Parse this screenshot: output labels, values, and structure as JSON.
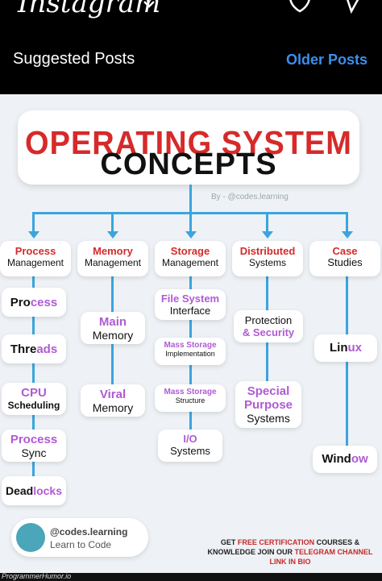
{
  "app": {
    "name": "Instagram"
  },
  "feed": {
    "section_title": "Suggested Posts",
    "older_link": "Older Posts"
  },
  "post": {
    "title_line1": "OPERATING SYSTEM",
    "title_line2": "CONCEPTS",
    "byline": "By - @codes.learning",
    "columns": [
      {
        "h1": "Process",
        "h2": "Management",
        "items": [
          {
            "a": "Pro",
            "b": "cess"
          },
          {
            "a": "Thre",
            "b": "ads"
          },
          {
            "a": "CPU",
            "b": "Scheduling"
          },
          {
            "a": "Process",
            "b": "Sync"
          },
          {
            "a": "Dead",
            "b": "locks"
          }
        ]
      },
      {
        "h1": "Memory",
        "h2": "Management",
        "items": [
          {
            "a": "Main",
            "b": "Memory"
          },
          {
            "a": "Viral",
            "b": "Memory"
          }
        ]
      },
      {
        "h1": "Storage",
        "h2": "Management",
        "items": [
          {
            "a": "File System",
            "b": "Interface"
          },
          {
            "a": "Mass Storage",
            "b": "Implementation"
          },
          {
            "a": "Mass Storage",
            "b": "Structure"
          },
          {
            "a": "I/O",
            "b": "Systems"
          }
        ]
      },
      {
        "h1": "Distributed",
        "h2": "Systems",
        "items": [
          {
            "a": "Protection",
            "b": "& Security"
          },
          {
            "a": "Special",
            "b": "Purpose",
            "c": "Systems"
          }
        ]
      },
      {
        "h1": "Case",
        "h2": "Studies",
        "items": [
          {
            "a": "Lin",
            "b": "ux"
          },
          {
            "a": "Wind",
            "b": "ow"
          }
        ]
      }
    ],
    "handle": "@codes.learning",
    "handle_sub": "Learn to Code",
    "cert_line1_a": "GET ",
    "cert_line1_b": "FREE CERTIFICATION",
    "cert_line1_c": " COURSES &",
    "cert_line2_a": "KNOWLEDGE JOIN OUR ",
    "cert_line2_b": "TELEGRAM CHANNEL",
    "cert_line3": "LINK IN BIO"
  },
  "watermark": "ProgrammerHumor.io",
  "colors": {
    "accent_red": "#d62a2a",
    "accent_purple": "#b05ad4",
    "line_blue": "#3aa5de",
    "link_blue": "#3a8ff0"
  }
}
